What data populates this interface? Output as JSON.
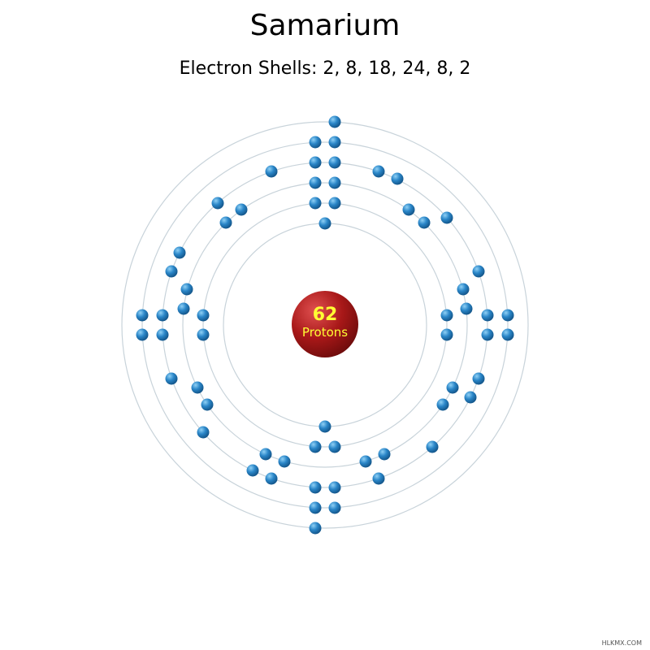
{
  "element": {
    "name": "Samarium",
    "shells_label": "Electron Shells: 2, 8, 18, 24, 8, 2",
    "shells": [
      2,
      8,
      18,
      24,
      8,
      2
    ],
    "protons": "62",
    "protons_label": "Protons"
  },
  "footer": {
    "credit": "HLKMX.COM"
  },
  "colors": {
    "nucleus": "#a01818",
    "nucleus_text": "#ffff33",
    "electron": "#1e7bbd",
    "shell_line": "#c8d3da"
  }
}
